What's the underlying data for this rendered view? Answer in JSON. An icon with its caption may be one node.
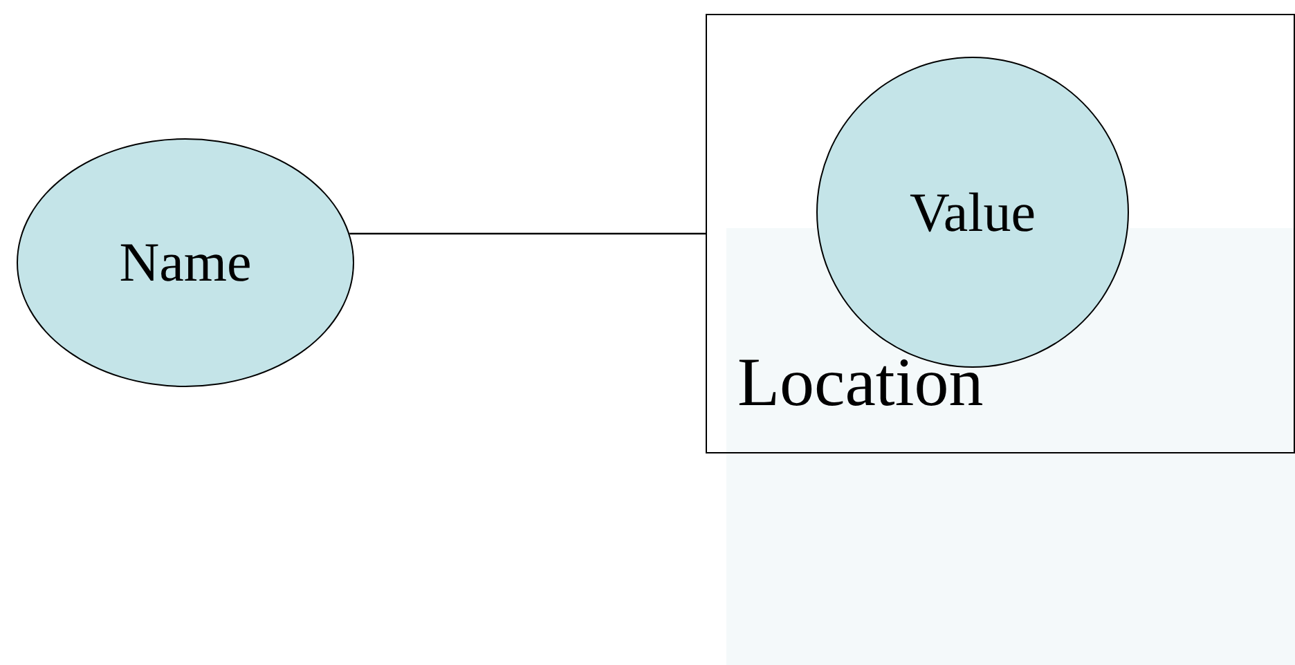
{
  "diagram": {
    "nodes": [
      {
        "text": [
          "Name"
        ]
      },
      {
        "text": [
          "Location"
        ]
      },
      {
        "text": [
          "Value"
        ],
        "in": 1
      }
    ],
    "edges": [
      {
        "from": 0,
        "to": 1,
        "arrow": "none"
      }
    ]
  }
}
